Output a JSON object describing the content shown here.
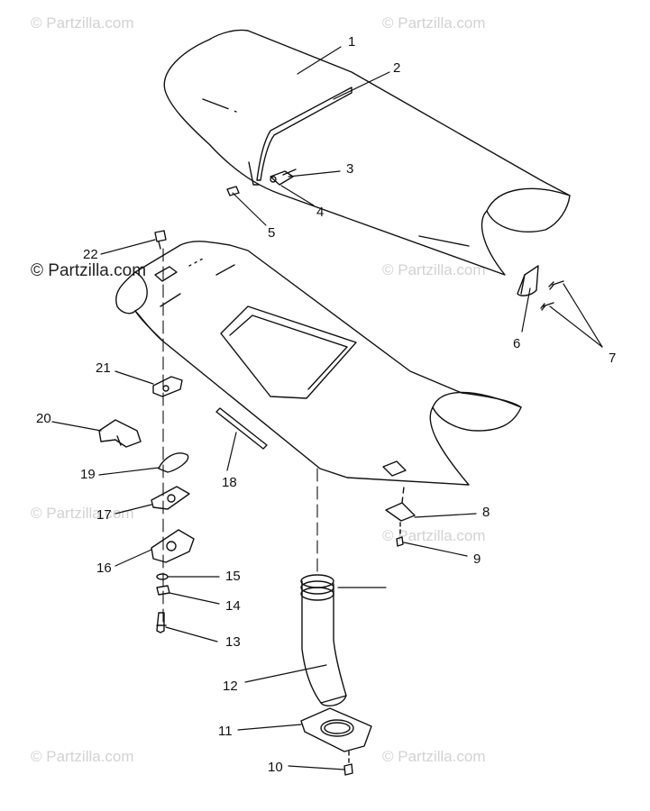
{
  "watermark": {
    "text": "© Partzilla.com"
  },
  "callouts": {
    "c1": "1",
    "c2": "2",
    "c3": "3",
    "c4": "4",
    "c5": "5",
    "c6": "6",
    "c7": "7",
    "c8": "8",
    "c9": "9",
    "c10": "10",
    "c11": "11",
    "c12": "12",
    "c13": "13",
    "c14": "14",
    "c15": "15",
    "c16": "16",
    "c17": "17",
    "c18": "18",
    "c19": "19",
    "c20": "20",
    "c21": "21",
    "c22": "22"
  },
  "colors": {
    "ink": "#111111",
    "watermark": "#d2d2d2"
  }
}
